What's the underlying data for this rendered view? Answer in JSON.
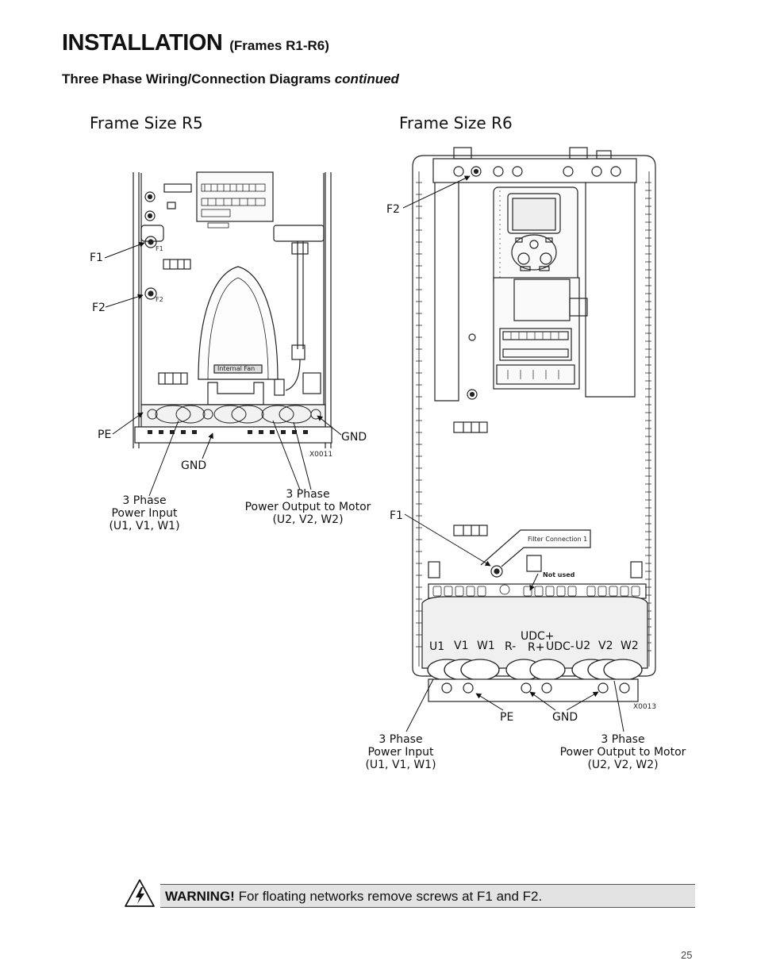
{
  "header": {
    "title_main": "INSTALLATION",
    "title_sub": "(Frames R1-R6)",
    "section_heading": "Three Phase Wiring/Connection Diagrams",
    "section_heading_suffix": "continued"
  },
  "frame_r5": {
    "title": "Frame Size R5",
    "labels": {
      "f1": "F1",
      "f2": "F2",
      "pe": "PE",
      "gnd_right": "GND",
      "gnd_bottom": "GND",
      "code": "X0011",
      "fan_label": "Internal Fan",
      "pin_f1": "F1",
      "pin_f2": "F2"
    },
    "input_label": [
      "3 Phase",
      "Power Input",
      "(U1, V1, W1)"
    ],
    "output_label": [
      "3 Phase",
      "Power Output to Motor",
      "(U2, V2, W2)"
    ]
  },
  "frame_r6": {
    "title": "Frame Size R6",
    "labels": {
      "f2": "F2",
      "f1": "F1",
      "filter_connection": "Filter Connection 1",
      "not_used": "Not used",
      "udc_plus": "UDC+",
      "pe": "PE",
      "gnd": "GND",
      "code": "X0013"
    },
    "terminals": [
      "U1",
      "V1",
      "W1",
      "R-",
      "R+",
      "UDC-",
      "U2",
      "V2",
      "W2"
    ],
    "input_label": [
      "3 Phase",
      "Power Input",
      "(U1, V1, W1)"
    ],
    "output_label": [
      "3 Phase",
      "Power Output to Motor",
      "(U2, V2, W2)"
    ]
  },
  "warning": {
    "icon": "high-voltage-warning-icon",
    "label": "WARNING!",
    "text": "For floating networks remove screws at F1 and F2."
  },
  "footer": {
    "page_number": "25"
  }
}
